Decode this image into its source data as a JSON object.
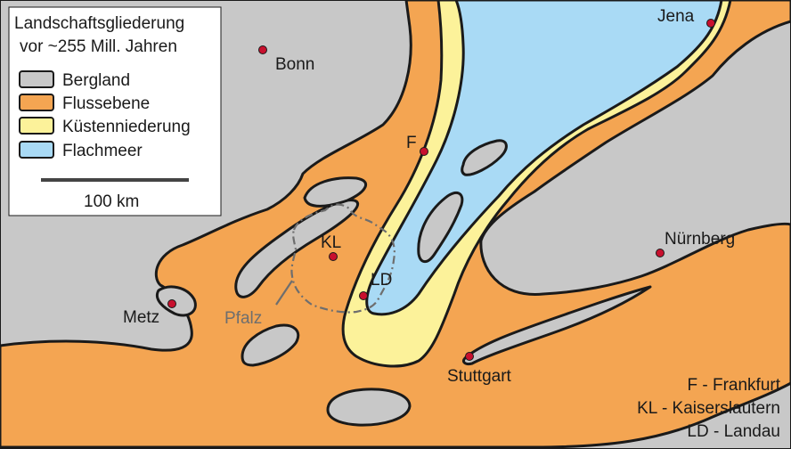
{
  "legend": {
    "title_line1": "Landschaftsgliederung",
    "title_line2": "vor ~255 Mill. Jahren",
    "items": [
      {
        "label": "Bergland",
        "color": "#c8c8c8"
      },
      {
        "label": "Flussebene",
        "color": "#f4a552"
      },
      {
        "label": "Küstenniederung",
        "color": "#fcf29a"
      },
      {
        "label": "Flachmeer",
        "color": "#a9daf5"
      }
    ],
    "scale_label": "100 km"
  },
  "cities": [
    {
      "id": "bonn",
      "label": "Bonn"
    },
    {
      "id": "jena",
      "label": "Jena"
    },
    {
      "id": "frankfurt",
      "label": "F"
    },
    {
      "id": "kaiserslautern",
      "label": "KL"
    },
    {
      "id": "landau",
      "label": "LD"
    },
    {
      "id": "metz",
      "label": "Metz"
    },
    {
      "id": "nuernberg",
      "label": "Nürnberg"
    },
    {
      "id": "stuttgart",
      "label": "Stuttgart"
    }
  ],
  "region_label": "Pfalz",
  "abbreviations": [
    "F - Frankfurt",
    "KL - Kaiserslautern",
    "LD - Landau"
  ],
  "colors": {
    "bergland": "#c8c8c8",
    "flussebene": "#f4a552",
    "kuestenniederung": "#fcf29a",
    "flachmeer": "#a9daf5",
    "city_dot": "#c8102e",
    "outline": "#1a1a1a",
    "pfalz_border": "#6e6e6e"
  }
}
